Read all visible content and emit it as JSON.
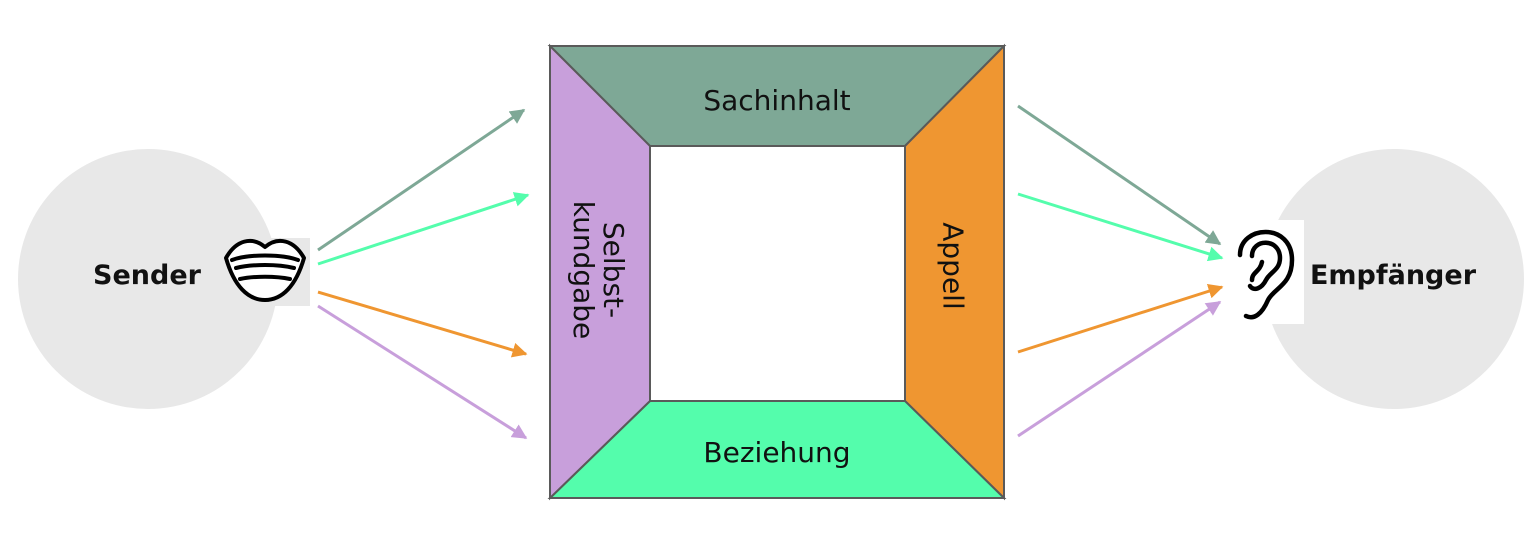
{
  "sender": {
    "label": "Sender",
    "icon": "mouth-icon",
    "circle_color": "#e8e8e8"
  },
  "receiver": {
    "label": "Empfänger",
    "icon": "ear-icon",
    "circle_color": "#e8e8e8"
  },
  "square": {
    "top": {
      "label": "Sachinhalt",
      "color": "#7ea896"
    },
    "bottom": {
      "label": "Beziehung",
      "color": "#54fdac"
    },
    "left": {
      "label_line1": "Selbst-",
      "label_line2": "kundgabe",
      "color": "#c89fdb"
    },
    "right": {
      "label": "Appell",
      "color": "#ef9631"
    },
    "inner_color": "#ffffff",
    "border_color": "#5a5a5a"
  },
  "arrow_colors": {
    "sachinhalt": "#7ea896",
    "beziehung": "#54fdac",
    "appell": "#ef9631",
    "selbstkundgabe": "#c89fdb"
  }
}
